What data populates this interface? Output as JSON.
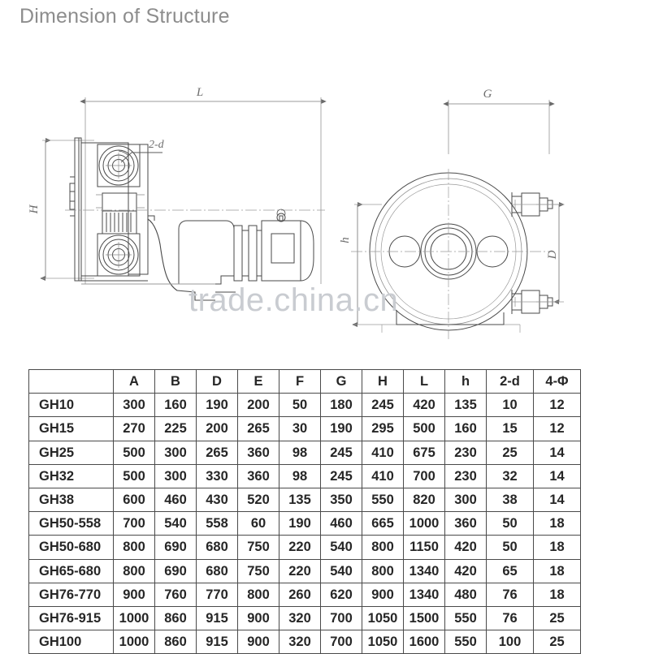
{
  "page": {
    "title": "Dimension of Structure",
    "watermark": "trade.china.cn",
    "background": "#ffffff",
    "title_color": "#8d8d8d",
    "line_color": "#4a4a4a"
  },
  "drawings": {
    "side_view": {
      "name": "pump-side-view",
      "dimension_labels": {
        "length": "L",
        "height": "H",
        "bolt_callout": "2-d"
      }
    },
    "front_view": {
      "name": "pump-front-view",
      "dimension_labels": {
        "width": "G",
        "diameter": "D",
        "base_height": "h"
      }
    }
  },
  "table": {
    "headers": [
      "",
      "A",
      "B",
      "D",
      "E",
      "F",
      "G",
      "H",
      "L",
      "h",
      "2-d",
      "4-Φ"
    ],
    "rows": [
      {
        "model": "GH10",
        "values": [
          "300",
          "160",
          "190",
          "200",
          "50",
          "180",
          "245",
          "420",
          "135",
          "10",
          "12"
        ]
      },
      {
        "model": "GH15",
        "values": [
          "270",
          "225",
          "200",
          "265",
          "30",
          "190",
          "295",
          "500",
          "160",
          "15",
          "12"
        ]
      },
      {
        "model": "GH25",
        "values": [
          "500",
          "300",
          "265",
          "360",
          "98",
          "245",
          "410",
          "675",
          "230",
          "25",
          "14"
        ]
      },
      {
        "model": "GH32",
        "values": [
          "500",
          "300",
          "330",
          "360",
          "98",
          "245",
          "410",
          "700",
          "230",
          "32",
          "14"
        ]
      },
      {
        "model": "GH38",
        "values": [
          "600",
          "460",
          "430",
          "520",
          "135",
          "350",
          "550",
          "820",
          "300",
          "38",
          "14"
        ]
      },
      {
        "model": "GH50-558",
        "values": [
          "700",
          "540",
          "558",
          "60",
          "190",
          "460",
          "665",
          "1000",
          "360",
          "50",
          "18"
        ]
      },
      {
        "model": "GH50-680",
        "values": [
          "800",
          "690",
          "680",
          "750",
          "220",
          "540",
          "800",
          "1150",
          "420",
          "50",
          "18"
        ]
      },
      {
        "model": "GH65-680",
        "values": [
          "800",
          "690",
          "680",
          "750",
          "220",
          "540",
          "800",
          "1340",
          "420",
          "65",
          "18"
        ]
      },
      {
        "model": "GH76-770",
        "values": [
          "900",
          "760",
          "770",
          "800",
          "260",
          "620",
          "900",
          "1340",
          "480",
          "76",
          "18"
        ]
      },
      {
        "model": "GH76-915",
        "values": [
          "1000",
          "860",
          "915",
          "900",
          "320",
          "700",
          "1050",
          "1500",
          "550",
          "76",
          "25"
        ]
      },
      {
        "model": "GH100",
        "values": [
          "1000",
          "860",
          "915",
          "900",
          "320",
          "700",
          "1050",
          "1600",
          "550",
          "100",
          "25"
        ]
      }
    ]
  }
}
